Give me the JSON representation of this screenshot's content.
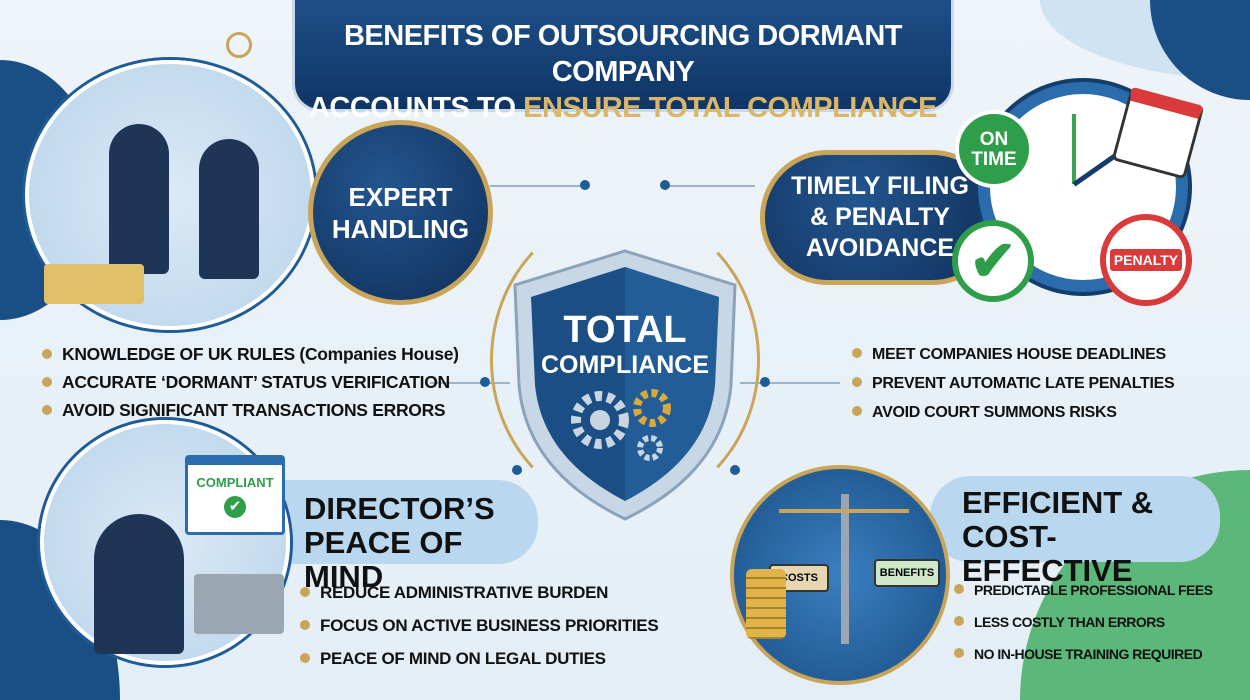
{
  "title": {
    "line1": "BENEFITS OF OUTSOURCING DORMANT COMPANY",
    "line2_prefix": "ACCOUNTS TO ",
    "line2_highlight": "ENSURE TOTAL COMPLIANCE"
  },
  "center": {
    "line1": "TOTAL",
    "line2": "COMPLIANCE",
    "icon": "gears-icon"
  },
  "expert": {
    "heading": "EXPERT HANDLING",
    "bullets": [
      "KNOWLEDGE OF UK RULES (Companies House)",
      "ACCURATE ‘DORMANT’ STATUS VERIFICATION",
      "AVOID SIGNIFICANT TRANSACTIONS ERRORS"
    ]
  },
  "timely": {
    "heading": "TIMELY FILING & PENALTY AVOIDANCE",
    "badge_on_time": "ON TIME",
    "badge_penalty": "PENALTY",
    "bullets": [
      "MEET COMPANIES HOUSE DEADLINES",
      "PREVENT AUTOMATIC LATE PENALTIES",
      "AVOID COURT SUMMONS RISKS"
    ]
  },
  "director": {
    "heading_line1": "DIRECTOR’S",
    "heading_line2": "PEACE OF MIND",
    "screen_label": "COMPLIANT",
    "bullets": [
      "REDUCE ADMINISTRATIVE BURDEN",
      "FOCUS ON ACTIVE BUSINESS PRIORITIES",
      "PEACE OF MIND ON LEGAL DUTIES"
    ]
  },
  "efficient": {
    "heading_line1": "EFFICIENT &",
    "heading_line2": "COST-EFFECTIVE",
    "scale_left": "COSTS",
    "scale_right": "BENEFITS",
    "bullets": [
      "PREDICTABLE PROFESSIONAL FEES",
      "LESS COSTLY THAN ERRORS",
      "NO IN-HOUSE TRAINING REQUIRED"
    ]
  },
  "colors": {
    "navy": "#0f3565",
    "gold": "#c9a559",
    "light_blue": "#b9d8ef",
    "green": "#5cb87a"
  }
}
